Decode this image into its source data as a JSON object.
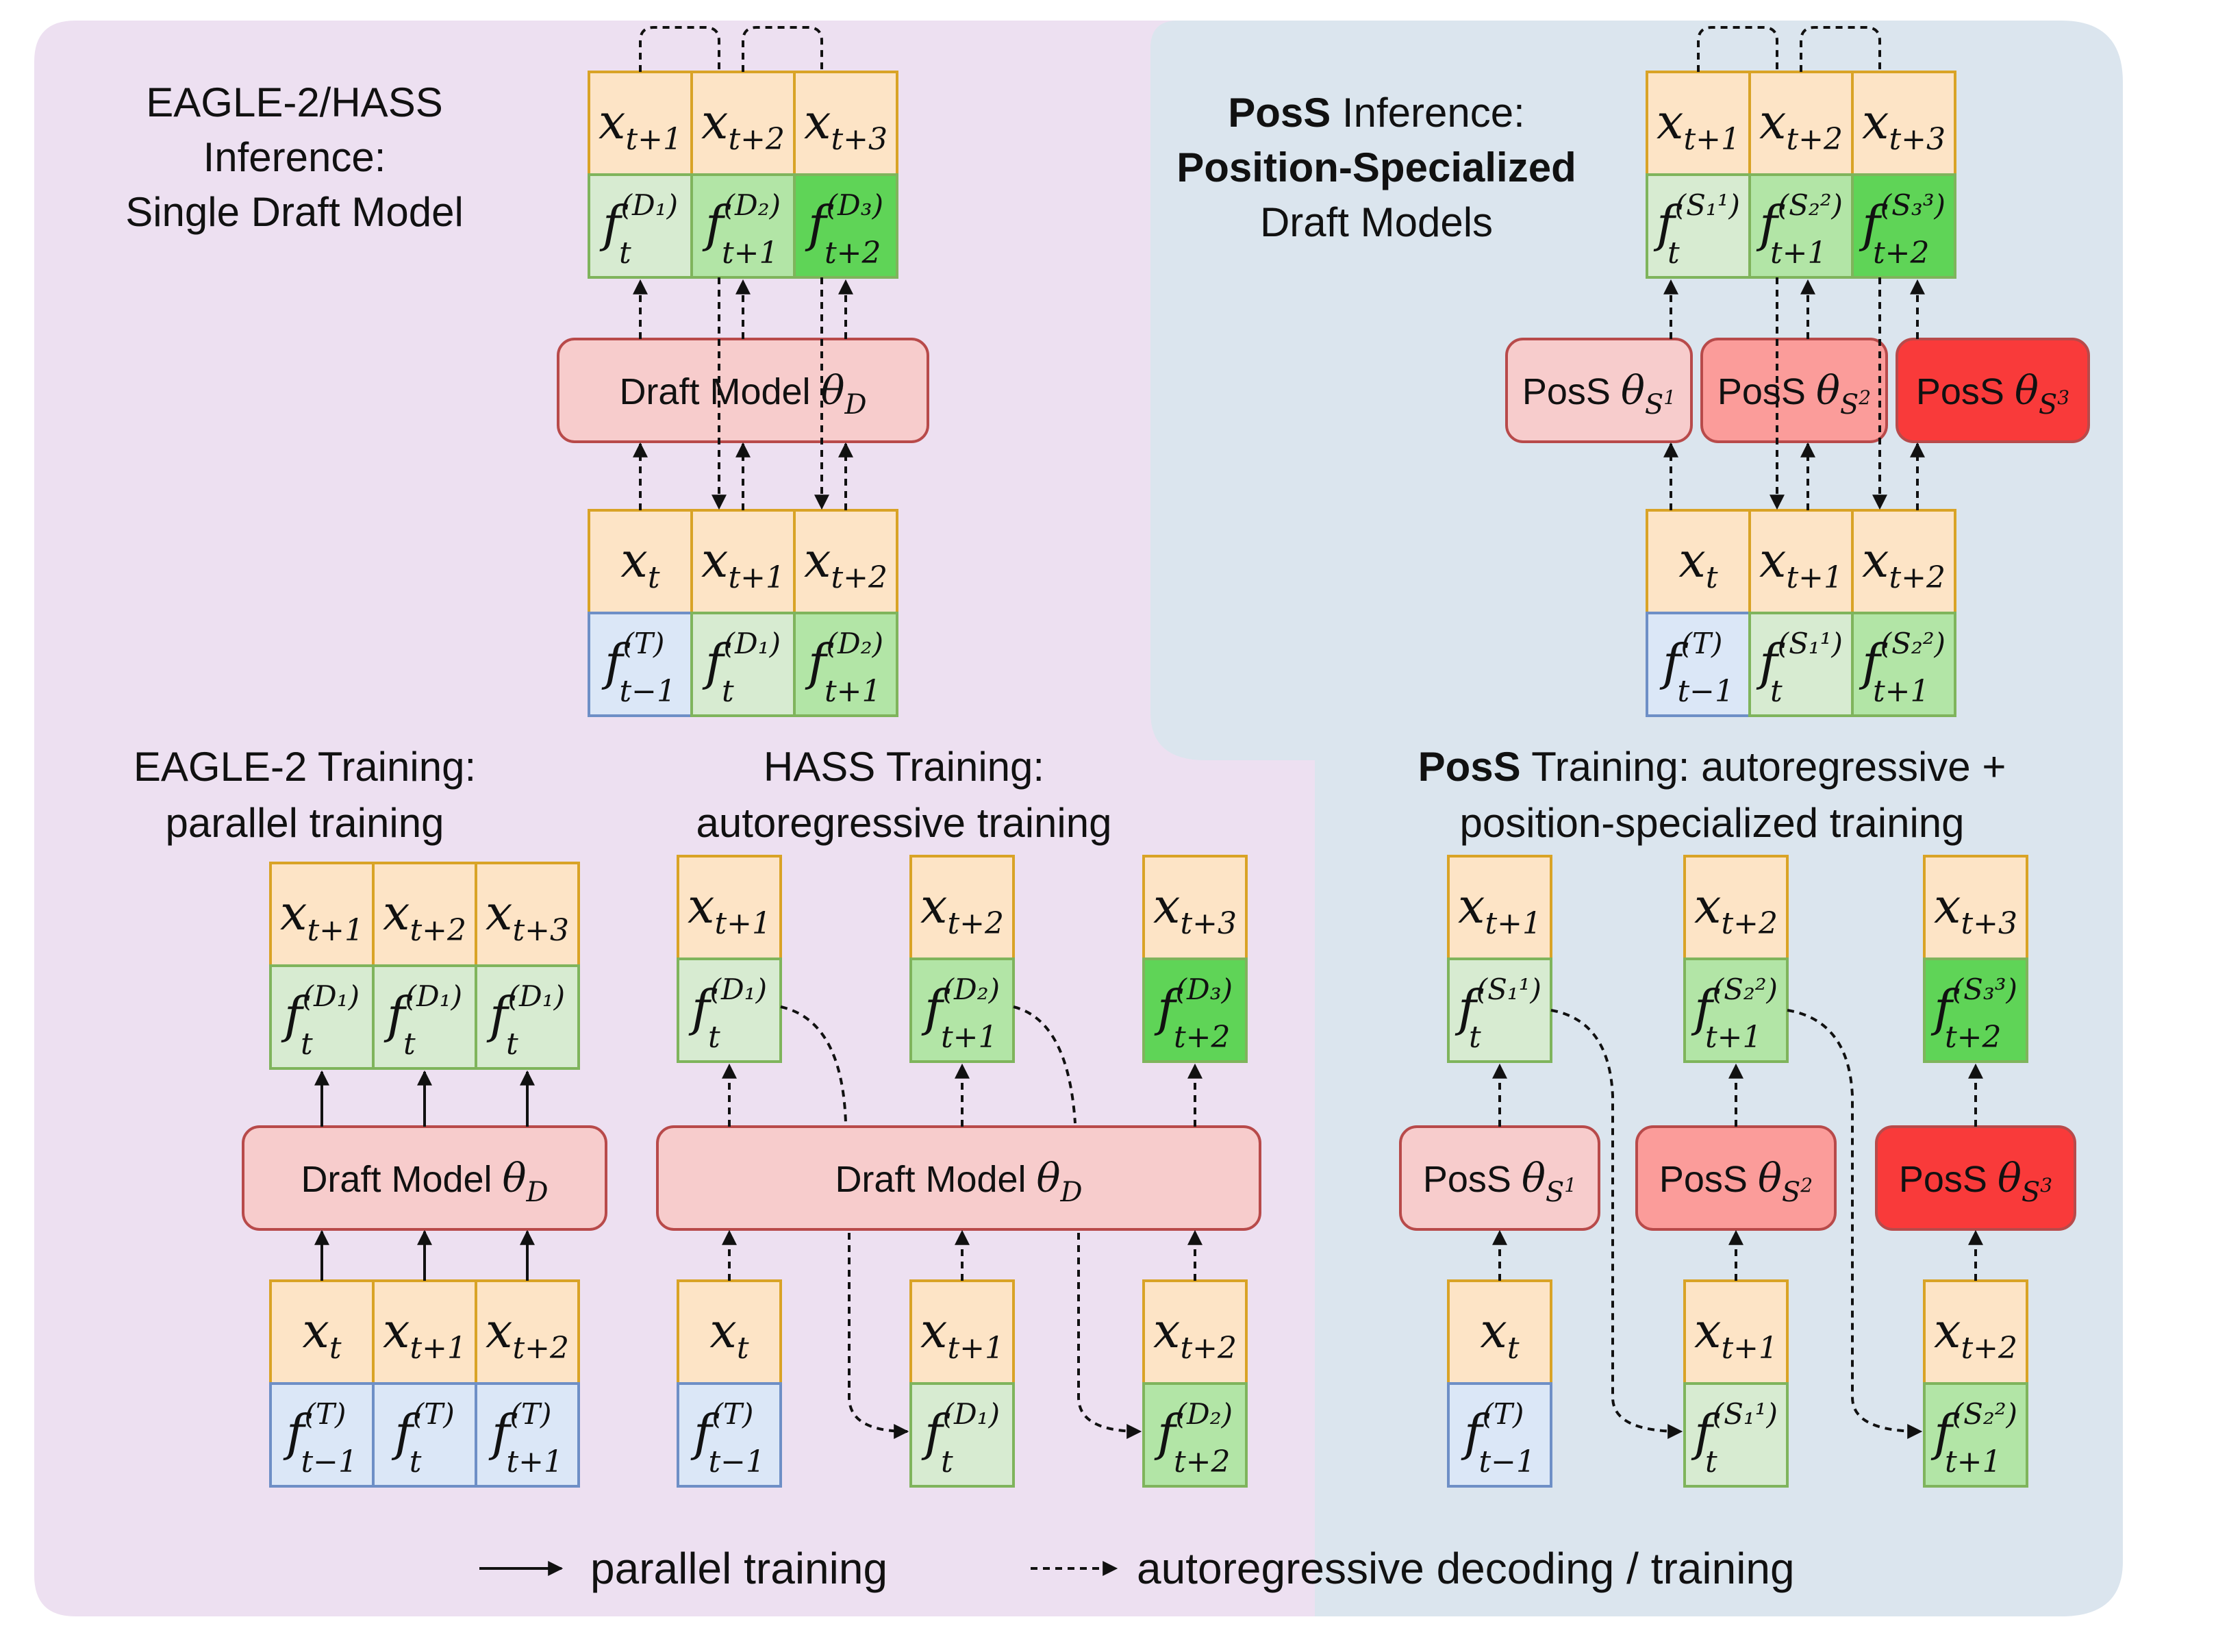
{
  "colors": {
    "token_fill": "#fde4c6",
    "token_stroke": "#d9a326",
    "feat_target_fill": "#dbe7f7",
    "feat_target_stroke": "#6e8fc6",
    "feat_d1_fill": "#d7ebd1",
    "feat_d2_fill": "#b2e5a6",
    "feat_d3_fill": "#5fd457",
    "feat_stroke": "#7fb45c",
    "model_light": "#f7cccc",
    "model_mid": "#fb9c9a",
    "model_strong": "#f93a3a",
    "model_stroke": "#b84a4a",
    "bg_purple": "#ede0f1",
    "bg_blue": "#dbe5ee"
  },
  "titles": {
    "eagle_inference": [
      "EAGLE-2/HASS",
      "Inference:",
      "Single Draft Model"
    ],
    "poss_inference_bold": "PosS",
    "poss_inference_rest": " Inference:",
    "poss_inference_line2": "Position-Specialized",
    "poss_inference_line3": "Draft Models",
    "eagle_training": [
      "EAGLE-2 Training:",
      "parallel training"
    ],
    "hass_training": [
      "HASS Training:",
      "autoregressive training"
    ],
    "poss_training_bold": "PosS",
    "poss_training_rest": " Training: autoregressive +",
    "poss_training_line2": "position-specialized training"
  },
  "models": {
    "draft_label": "Draft Model",
    "draft_theta": "θ",
    "draft_sub": "D",
    "poss_label": "PosS",
    "poss_theta": "θ",
    "poss_sub": "S",
    "poss_sup": [
      "1",
      "2",
      "3"
    ]
  },
  "tokens": {
    "x": "x",
    "f": "f",
    "t": "t",
    "t_minus_1": "t−1",
    "t_plus_1": "t+1",
    "t_plus_2": "t+2",
    "t_plus_3": "t+3",
    "T": "(T)",
    "D1": "(D₁)",
    "D2": "(D₂)",
    "D3": "(D₃)",
    "S1": "(S₁¹)",
    "S2": "(S₂²)",
    "S3": "(S₃³)"
  },
  "legend": {
    "solid": "parallel training",
    "dashed": "autoregressive decoding / training"
  }
}
